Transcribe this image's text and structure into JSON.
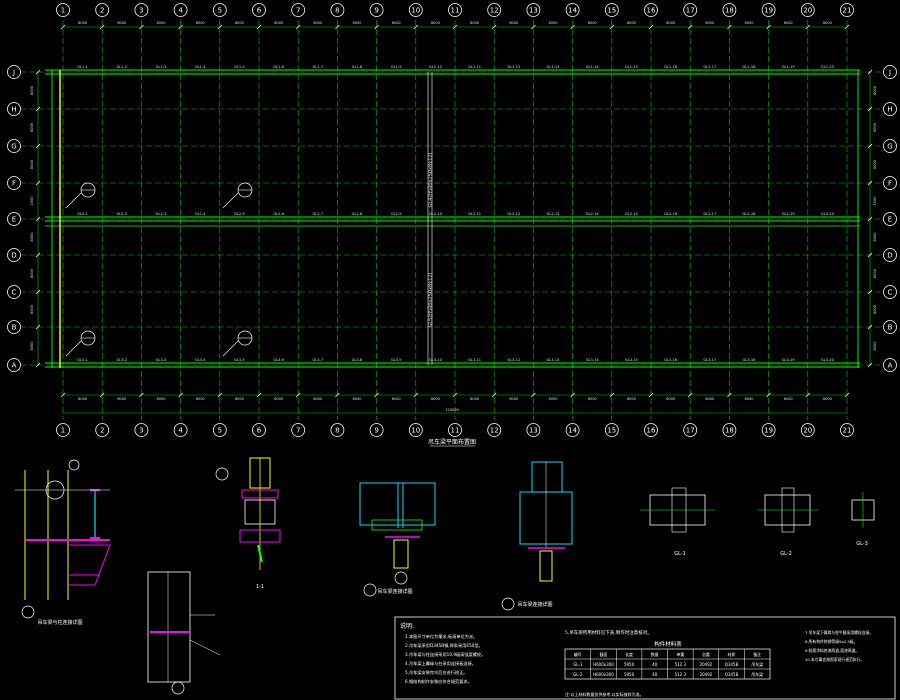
{
  "drawing": {
    "colors": {
      "background": "#000000",
      "axis": "#ffffff",
      "grid": "#00c800",
      "beam": "#00ff00",
      "dim": "#ffffff",
      "dim_line": "#00c800",
      "cyan": "#00e0ff",
      "magenta": "#ff00ff",
      "yellow": "#ffff00",
      "red": "#ff2020",
      "label": "#e0e0e0"
    },
    "columns": [
      "1",
      "2",
      "3",
      "4",
      "5",
      "6",
      "7",
      "8",
      "9",
      "10",
      "11",
      "12",
      "13",
      "14",
      "15",
      "16",
      "17",
      "18",
      "19",
      "20",
      "21"
    ],
    "rows": [
      "A",
      "B",
      "C",
      "D",
      "E",
      "F",
      "G",
      "H",
      "J"
    ],
    "column_spacing": "6000",
    "total_length": "120000",
    "row_dims": [
      "8000",
      "8000",
      "8000",
      "8000",
      "1500",
      "8000",
      "8000",
      "8000"
    ],
    "beam_labels_top": [
      "GL1-1",
      "GL1-2",
      "GL1-3",
      "GL1-4",
      "GL1-5",
      "GL1-6",
      "GL1-7",
      "GL1-8",
      "GL1-9",
      "GL1-10",
      "GL1-11",
      "GL1-12",
      "GL1-13",
      "GL1-14",
      "GL1-15",
      "GL1-16",
      "GL1-17",
      "GL1-18",
      "GL1-19",
      "GL1-20"
    ],
    "beam_labels_mid": [
      "GL2-1",
      "GL2-2",
      "GL2-3",
      "GL2-4",
      "GL2-5",
      "GL2-6",
      "GL2-7",
      "GL2-8",
      "GL2-9",
      "GL2-10",
      "GL2-11",
      "GL2-12",
      "GL2-13",
      "GL2-14",
      "GL2-15",
      "GL2-16",
      "GL2-17",
      "GL2-18",
      "GL2-19",
      "GL2-20"
    ],
    "beam_labels_bot": [
      "GL3-1",
      "GL3-2",
      "GL3-3",
      "GL3-4",
      "GL3-5",
      "GL3-6",
      "GL3-7",
      "GL3-8",
      "GL3-9",
      "GL3-10",
      "GL3-11",
      "GL3-12",
      "GL3-13",
      "GL3-14",
      "GL3-15",
      "GL3-16",
      "GL3-17",
      "GL3-18",
      "GL3-19",
      "GL3-20"
    ],
    "vertical_note_upper": "GL4(H500x250x8x12)",
    "vertical_note_lower": "GL5(H500x250x8x12)",
    "plan_title": "吊车梁平面布置图",
    "detail_callouts": [
      "1",
      "2"
    ],
    "detail_labels": {
      "d1": "吊车梁与柱连接详图",
      "d2": "1-1",
      "d3": "吊车梁连接详图",
      "d4": "吊车梁连接详图",
      "d5": "GL-1",
      "d6": "GL-2",
      "d7": "GL-3"
    },
    "notes_title": "说明:",
    "notes": [
      "1.本图尺寸单位为毫米,标高单位为米。",
      "2.吊车梁采用Q345B钢,焊条采用E50型。",
      "3.吊车梁与柱连接采用10.9级高强度螺栓。",
      "4.吊车梁上翼缘与柱采用连接板连接。",
      "5.吊车梁安装完毕后应进行校正。",
      "6.钢结构制作安装应符合规范要求。"
    ],
    "table_title": "构件材料表",
    "table_intro": "5.吊车梁所用材料见下表,制作时注意核对。",
    "table_headers": [
      "编号",
      "截面",
      "长度",
      "数量",
      "单重",
      "总重",
      "材质",
      "备注"
    ],
    "table_rows": [
      [
        "GL-1",
        "H600x300",
        "5950",
        "40",
        "512.3",
        "20492",
        "Q345B",
        "吊车梁"
      ],
      [
        "GL-2",
        "H600x300",
        "5950",
        "40",
        "512.3",
        "20492",
        "Q345B",
        "吊车梁"
      ]
    ],
    "right_notes": [
      "7.吊车梁下翼缘与柱牛腿采用螺栓连接。",
      "8.所有构件除锈等级Sa2.5级。",
      "9.防腐涂料底漆两道,面漆两道。",
      "10.未尽事宜按国家现行规范执行。"
    ],
    "table_footnote": "注:以上材料数量仅供参考,以实际放样为准。"
  }
}
